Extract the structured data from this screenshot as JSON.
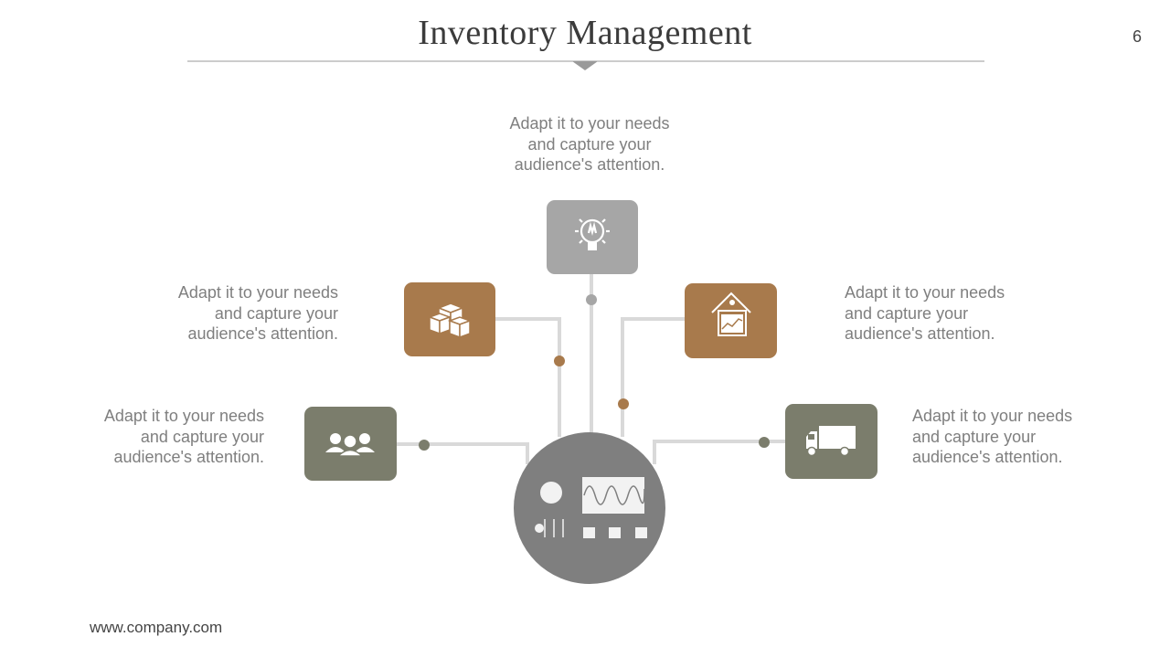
{
  "slide": {
    "title": "Inventory Management",
    "page_number": "6",
    "footer": "www.company.com"
  },
  "colors": {
    "brown": "#a87a4c",
    "olive": "#7b7d6c",
    "gray": "#a6a6a6",
    "hub": "#7f7f7f",
    "connector": "#d9d9d9"
  },
  "nodes": [
    {
      "id": "top",
      "icon": "lightbulb-icon",
      "color": "gray",
      "caption": [
        "Adapt it to your needs",
        "and capture your",
        "audience's attention."
      ]
    },
    {
      "id": "upper-left",
      "icon": "boxes-icon",
      "color": "brown",
      "caption": [
        "Adapt it to your needs",
        "and capture your",
        "audience's attention."
      ]
    },
    {
      "id": "upper-right",
      "icon": "warehouse-chart-icon",
      "color": "brown",
      "caption": [
        "Adapt it to your needs",
        "and capture your",
        "audience's attention."
      ]
    },
    {
      "id": "lower-left",
      "icon": "people-group-icon",
      "color": "olive",
      "caption": [
        "Adapt it to your needs",
        "and capture your",
        "audience's attention."
      ]
    },
    {
      "id": "lower-right",
      "icon": "delivery-truck-icon",
      "color": "olive",
      "caption": [
        "Adapt it to your needs",
        "and capture your",
        "audience's attention."
      ]
    }
  ],
  "hub": {
    "icon": "control-panel-icon"
  }
}
